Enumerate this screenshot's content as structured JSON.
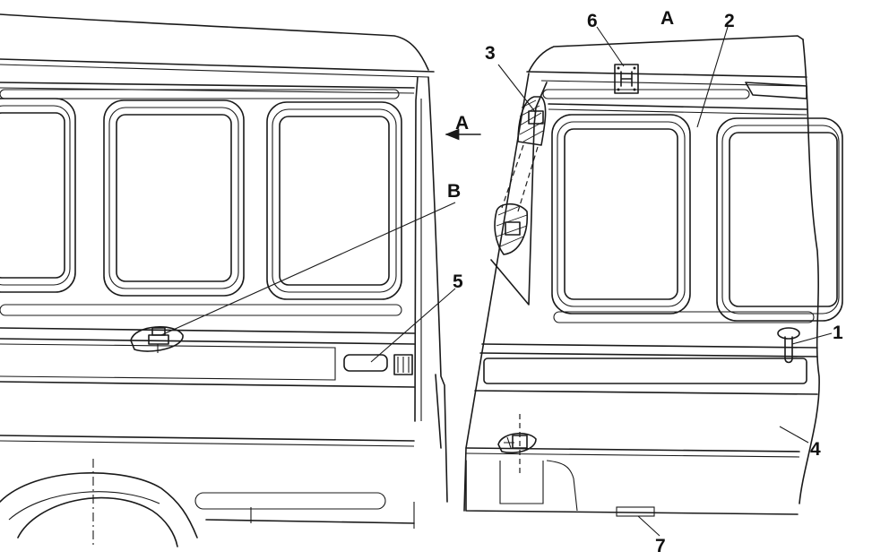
{
  "callouts": {
    "c1": "1",
    "c2": "2",
    "c3": "3",
    "c4": "4",
    "c5": "5",
    "c6": "6",
    "c7": "7",
    "view_a_top": "A",
    "view_a_arrow": "A",
    "view_b": "B"
  }
}
